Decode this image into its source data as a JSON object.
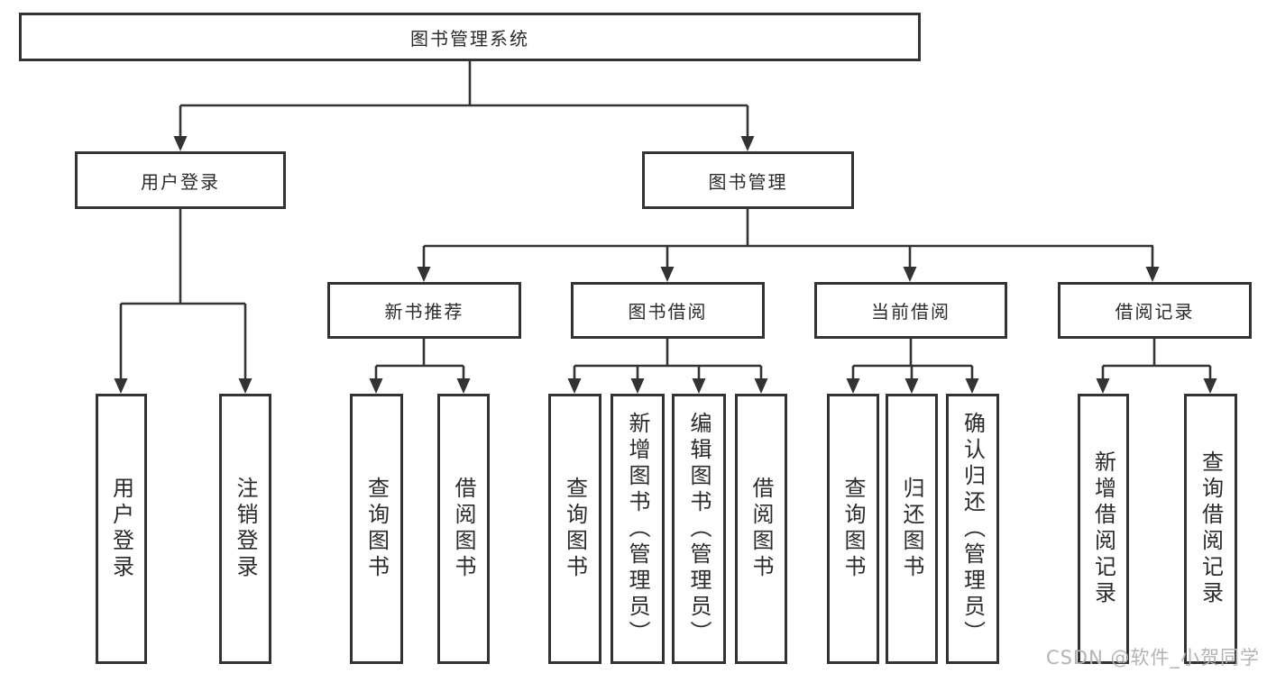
{
  "diagram": {
    "watermark": "CSDN @软件_小贺同学",
    "colors": {
      "line": "#333333",
      "text": "#2b2b2b",
      "box_background": "#ffffff",
      "background": "#ffffff",
      "watermark": "#b3b3b3"
    },
    "nodes": {
      "root": {
        "label": "图书管理系统"
      },
      "user-login": {
        "label": "用户登录"
      },
      "book-management": {
        "label": "图书管理"
      },
      "user-login-action": {
        "label": "用户登录"
      },
      "logout-action": {
        "label": "注销登录"
      },
      "new-book-recommend": {
        "label": "新书推荐"
      },
      "book-borrow": {
        "label": "图书借阅"
      },
      "current-borrow": {
        "label": "当前借阅"
      },
      "borrow-records": {
        "label": "借阅记录"
      },
      "nbr-query-books": {
        "label": "查询图书"
      },
      "nbr-borrow-books": {
        "label": "借阅图书"
      },
      "bb-query-books": {
        "label": "查询图书"
      },
      "bb-add-books": {
        "label": "新增图书（管理员）"
      },
      "bb-edit-books": {
        "label": "编辑图书（管理员）"
      },
      "bb-borrow-books": {
        "label": "借阅图书"
      },
      "cb-query-books": {
        "label": "查询图书"
      },
      "cb-return-books": {
        "label": "归还图书"
      },
      "cb-confirm-return": {
        "label": "确认归还（管理员）"
      },
      "br-add-record": {
        "label": "新增借阅记录"
      },
      "br-query-record": {
        "label": "查询借阅记录"
      }
    }
  }
}
